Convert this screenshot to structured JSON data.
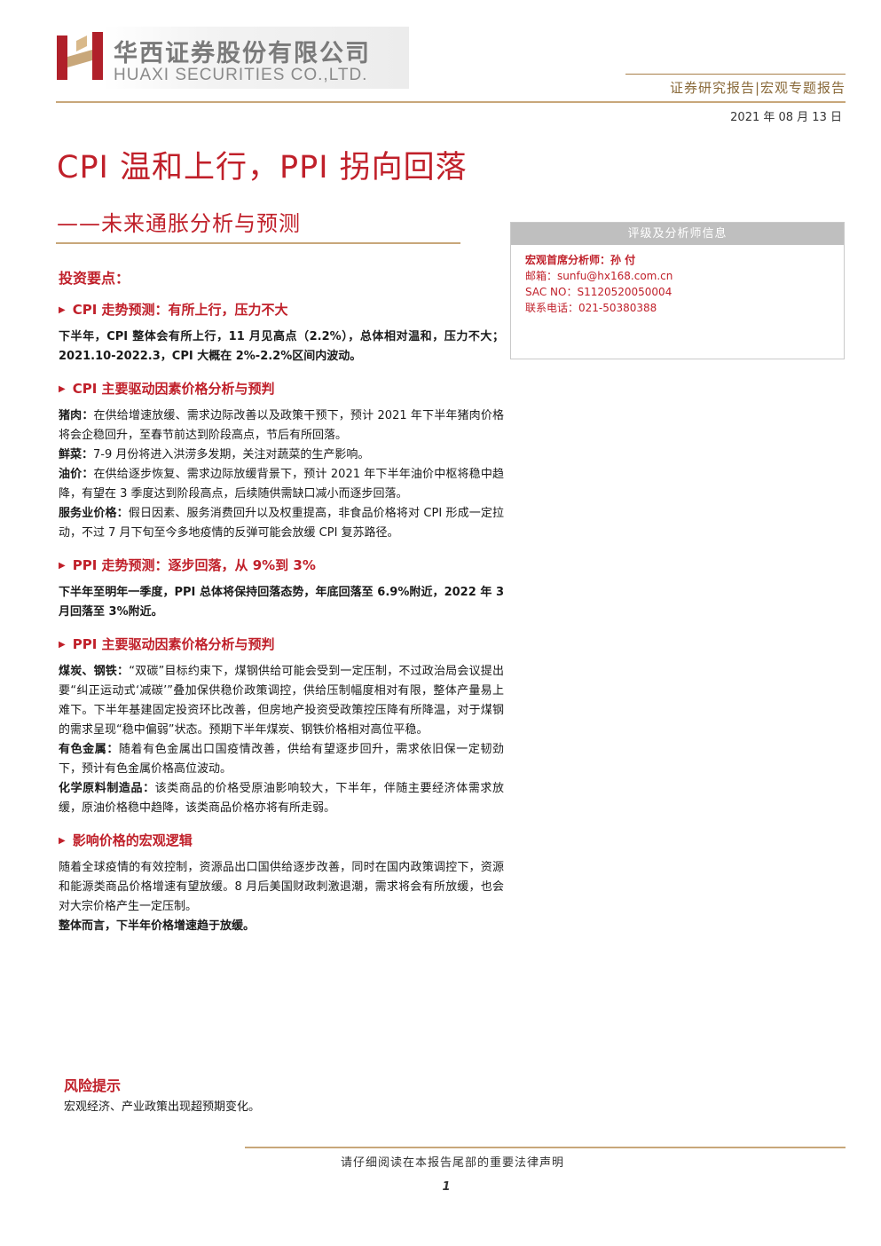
{
  "header": {
    "company_cn": "华西证券股份有限公司",
    "company_en": "HUAXI SECURITIES CO.,LTD.",
    "report_type": "证券研究报告|宏观专题报告",
    "date": "2021 年 08 月 13 日"
  },
  "colors": {
    "accent": "#c0202a",
    "gold": "#c8a77a",
    "gray_band": "#bfbfbf"
  },
  "title": "CPI 温和上行，PPI 拐向回落",
  "subtitle": "——未来通胀分析与预测",
  "analyst": {
    "box_title": "评级及分析师信息",
    "lead": "宏观首席分析师：孙 付",
    "email": "邮箱：sunfu@hx168.com.cn",
    "sac": "SAC NO：S1120520050004",
    "phone": "联系电话：021-50380388"
  },
  "main": {
    "section_title": "投资要点：",
    "points": [
      {
        "head": "CPI 走势预测：有所上行，压力不大",
        "paras": [
          {
            "text": "下半年，CPI 整体会有所上行，11 月见高点（2.2%），总体相对温和，压力不大；2021.10-2022.3，CPI 大概在 2%-2.2%区间内波动。"
          }
        ]
      },
      {
        "head": "CPI 主要驱动因素价格分析与预判",
        "paras": [
          {
            "kw": "猪肉：",
            "text": "在供给增速放缓、需求边际改善以及政策干预下，预计 2021 年下半年猪肉价格将会企稳回升，至春节前达到阶段高点，节后有所回落。"
          },
          {
            "kw": "鲜菜：",
            "text": "7-9 月份将进入洪涝多发期，关注对蔬菜的生产影响。"
          },
          {
            "kw": "油价：",
            "text": "在供给逐步恢复、需求边际放缓背景下，预计 2021 年下半年油价中枢将稳中趋降，有望在 3 季度达到阶段高点，后续随供需缺口减小而逐步回落。"
          },
          {
            "kw": "服务业价格：",
            "text": "假日因素、服务消费回升以及权重提高，非食品价格将对 CPI 形成一定拉动，不过 7 月下旬至今多地疫情的反弹可能会放缓 CPI 复苏路径。"
          }
        ]
      },
      {
        "head": "PPI 走势预测：逐步回落，从 9%到 3%",
        "paras": [
          {
            "text": "下半年至明年一季度，PPI 总体将保持回落态势，年底回落至 6.9%附近，2022 年 3 月回落至 3%附近。"
          }
        ]
      },
      {
        "head": "PPI 主要驱动因素价格分析与预判",
        "paras": [
          {
            "kw": "煤炭、钢铁：",
            "text": "“双碳”目标约束下，煤钢供给可能会受到一定压制，不过政治局会议提出要“纠正运动式‘减碳’”叠加保供稳价政策调控，供给压制幅度相对有限，整体产量易上难下。下半年基建固定投资环比改善，但房地产投资受政策控压降有所降温，对于煤钢的需求呈现“稳中偏弱”状态。预期下半年煤炭、钢铁价格相对高位平稳。"
          },
          {
            "kw": "有色金属：",
            "text": "随着有色金属出口国疫情改善，供给有望逐步回升，需求依旧保一定韧劲下，预计有色金属价格高位波动。"
          },
          {
            "kw": "化学原料制造品：",
            "text": "该类商品的价格受原油影响较大，下半年，伴随主要经济体需求放缓，原油价格稳中趋降，该类商品价格亦将有所走弱。"
          }
        ]
      },
      {
        "head": "影响价格的宏观逻辑",
        "paras": [
          {
            "text": "随着全球疫情的有效控制，资源品出口国供给逐步改善，同时在国内政策调控下，资源和能源类商品价格增速有望放缓。8 月后美国财政刺激退潮，需求将会有所放缓，也会对大宗价格产生一定压制。"
          },
          {
            "text": "整体而言，下半年价格增速趋于放缓。"
          }
        ]
      }
    ]
  },
  "risk": {
    "title": "风险提示",
    "text": "宏观经济、产业政策出现超预期变化。"
  },
  "footer": {
    "note": "请仔细阅读在本报告尾部的重要法律声明",
    "page": "1"
  }
}
